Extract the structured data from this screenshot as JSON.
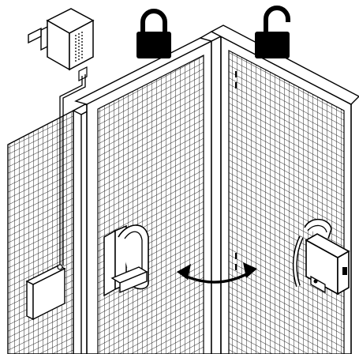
{
  "scene": {
    "icons": {
      "locked": "locked-padlock-icon",
      "unlocked": "unlocked-padlock-icon",
      "swing": "double-arrow-icon"
    },
    "components": [
      "safety-relay-module",
      "fixed-mesh-panel",
      "hinged-mesh-door",
      "door-handle",
      "interlock-switch",
      "junction-box"
    ],
    "colors": {
      "ink": "#000000",
      "paper": "#ffffff",
      "mesh": "#2a2a2a"
    }
  }
}
